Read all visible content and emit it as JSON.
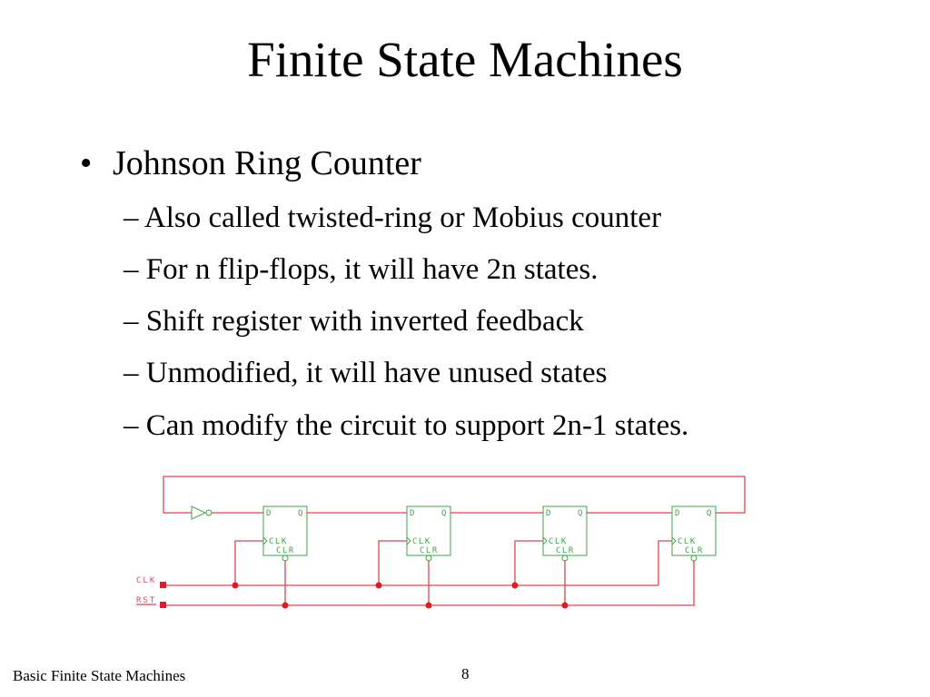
{
  "slide": {
    "title": "Finite State Machines",
    "bullet": "Johnson Ring Counter",
    "sub_bullets": [
      "– Also called twisted-ring or Mobius counter",
      "– For n flip-flops, it will have 2n states.",
      "– Shift register with inverted feedback",
      "– Unmodified, it will have unused states",
      "– Can modify the circuit to support 2n-1 states."
    ]
  },
  "circuit": {
    "flip_flop_pins": {
      "d": "D",
      "q": "Q",
      "clk": "CLK",
      "clr": "CLR"
    },
    "clk_label": "CLK",
    "rst_label": "RST",
    "colors": {
      "wire": "#e0454d",
      "component": "#3fa34d",
      "junction": "#e01b24"
    }
  },
  "footer": {
    "left": "Basic Finite State Machines",
    "page": "8"
  }
}
